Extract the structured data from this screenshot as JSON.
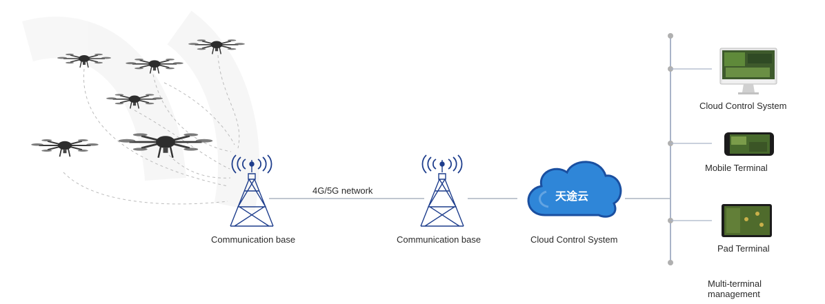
{
  "labels": {
    "base_station_1": "Communication base",
    "base_station_2": "Communication base",
    "network_link": "4G/5G network",
    "cloud_system": "Cloud Control System",
    "cloud_text": "天途云",
    "desktop_terminal": "Cloud Control System",
    "mobile_terminal": "Mobile Terminal",
    "pad_terminal": "Pad Terminal",
    "multi_terminal_line1": "Multi-terminal",
    "multi_terminal_line2": "management"
  },
  "colors": {
    "line": "#9aa4b4",
    "tower": "#1d3d8c",
    "cloud_fill": "#2f86d8",
    "cloud_stroke": "#1a4fa0",
    "drone": "#3a3a3a",
    "dashed": "#bbbbbb",
    "bus": "#a9b4c8",
    "node": "#b0b0b0"
  }
}
